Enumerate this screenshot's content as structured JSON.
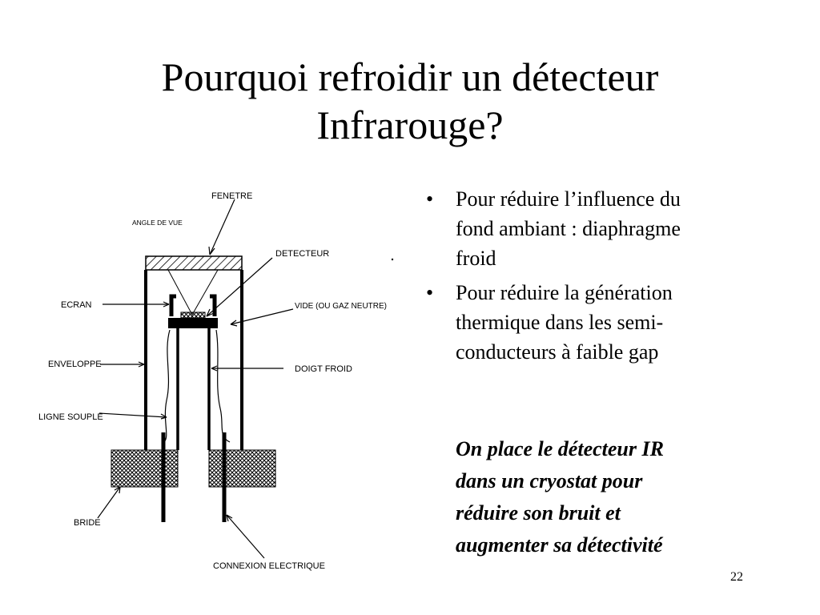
{
  "slide": {
    "title_line1": "Pourquoi refroidir un détecteur",
    "title_line2": "Infrarouge?",
    "bullets": [
      {
        "line1": "Pour réduire l’influence du",
        "line2": "fond ambiant : diaphragme",
        "line3": "froid"
      },
      {
        "line1": "Pour réduire la génération",
        "line2": "thermique dans les semi-",
        "line3": "conducteurs à faible gap"
      }
    ],
    "conclusion": {
      "line1": "On place le détecteur IR",
      "line2": "dans un cryostat pour",
      "line3": "réduire son bruit et",
      "line4": "augmenter sa détectivité"
    },
    "page_number": "22"
  },
  "diagram": {
    "labels": {
      "fenetre": "FENETRE",
      "angle_de_vue": "ANGLE DE VUE",
      "detecteur": "DETECTEUR",
      "ecran": "ECRAN",
      "vide": "VIDE (OU GAZ NEUTRE)",
      "enveloppe": "ENVELOPPE",
      "doigt_froid": "DOIGT FROID",
      "ligne_souple": "LIGNE SOUPLE",
      "bride": "BRIDE",
      "connexion": "CONNEXION ELECTRIQUE"
    }
  }
}
